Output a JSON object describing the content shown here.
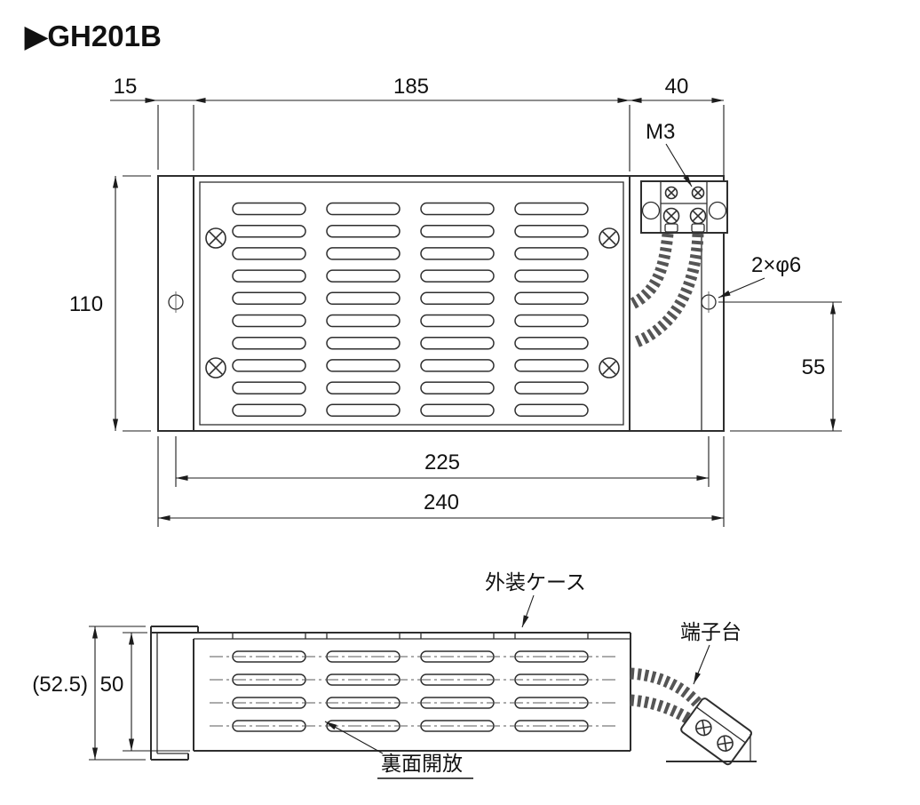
{
  "page": {
    "title": "▶GH201B"
  },
  "top_view": {
    "dimensions": {
      "flange_width": "15",
      "body_width": "185",
      "terminal_section_width": "40",
      "body_height": "110",
      "hole_height_offset": "55",
      "mounting_pitch": "225",
      "overall_width": "240"
    },
    "labels": {
      "terminal_screw": "M3",
      "mounting_holes": "2×φ6"
    }
  },
  "side_view": {
    "dimensions": {
      "overall_height": "(52.5)",
      "case_height": "50"
    },
    "labels": {
      "outer_case": "外装ケース",
      "terminal_block": "端子台",
      "open_back": "裏面開放"
    }
  }
}
